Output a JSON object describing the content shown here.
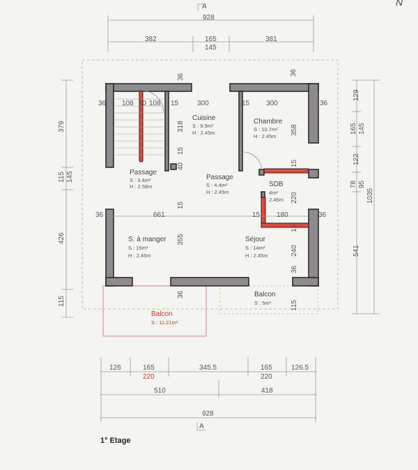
{
  "drawing": {
    "title": "1° Etage",
    "north": "N",
    "section_marker": "A",
    "colors": {
      "wall": "#8f8a8d",
      "partition_red": "#e8463a",
      "balcony_outline": "#c0392b",
      "background": "#f4f4f0"
    }
  },
  "rooms": [
    {
      "name": "Cuisine",
      "surface": "S : 9.9m²",
      "height": "H : 2.45m"
    },
    {
      "name": "Chambre",
      "surface": "S : 10.7m²",
      "height": "H : 2.45m"
    },
    {
      "name": "Passage",
      "surface": "S : 3.4m²",
      "height": "H : 2.58m"
    },
    {
      "name": "Passage",
      "surface": "S : 4.4m²",
      "height": "H : 2.45m"
    },
    {
      "name": "SDB",
      "surface": "4m²",
      "height": "2.45m"
    },
    {
      "name": "S. à manger",
      "surface": "S : 15m²",
      "height": "H : 2.45m"
    },
    {
      "name": "Séjour",
      "surface": "S : 14m²",
      "height": "H : 2.45m"
    },
    {
      "name": "Balcon",
      "surface": "S : 5m²"
    },
    {
      "name": "Balcon",
      "surface": "S : 11.21m²"
    }
  ],
  "dimensions": {
    "top": [
      "928",
      "382",
      "165",
      "145",
      "381"
    ],
    "left": [
      "379",
      "115",
      "145",
      "426",
      "115"
    ],
    "right": [
      "129",
      "165",
      "145",
      "122",
      "78",
      "95",
      "1035",
      "541"
    ],
    "bottom": [
      "126",
      "165",
      "220",
      "345.5",
      "165",
      "220",
      "126.5",
      "510",
      "418",
      "928"
    ],
    "interior": [
      "36",
      "108",
      "10",
      "108",
      "15",
      "300",
      "15",
      "300",
      "36",
      "36",
      "36",
      "318",
      "15",
      "40",
      "358",
      "15",
      "661",
      "15",
      "180",
      "36",
      "36",
      "220",
      "15",
      "355",
      "15",
      "240",
      "36",
      "36",
      "115"
    ]
  }
}
